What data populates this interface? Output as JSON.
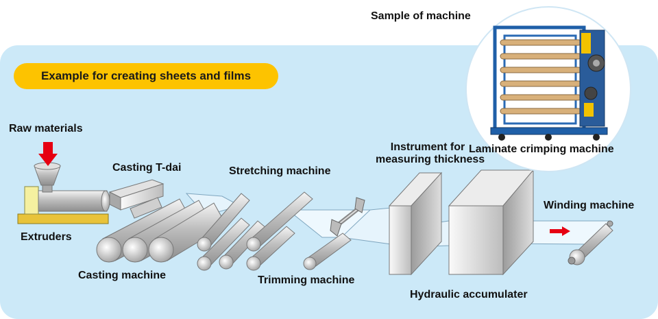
{
  "heading": "Example for creating sheets and films",
  "sample_title": "Sample of machine",
  "labels": {
    "raw_materials": "Raw materials",
    "extruders": "Extruders",
    "casting_tdai": "Casting T-dai",
    "casting_machine": "Casting machine",
    "stretching_machine": "Stretching machine",
    "trimming_machine": "Trimming machine",
    "instrument_line1": "Instrument for",
    "instrument_line2": "measuring thickness",
    "hydraulic_accumulater": "Hydraulic accumulater",
    "laminate_crimping_machine": "Laminate crimping machine",
    "winding_machine": "Winding machine"
  },
  "colors": {
    "panel": "#cce9f8",
    "pill": "#fdc300",
    "arrow": "#e60012",
    "extruder": "#f5f0a0",
    "machine_frame": "#1f5fa8",
    "machine_accent": "#f2c200"
  }
}
